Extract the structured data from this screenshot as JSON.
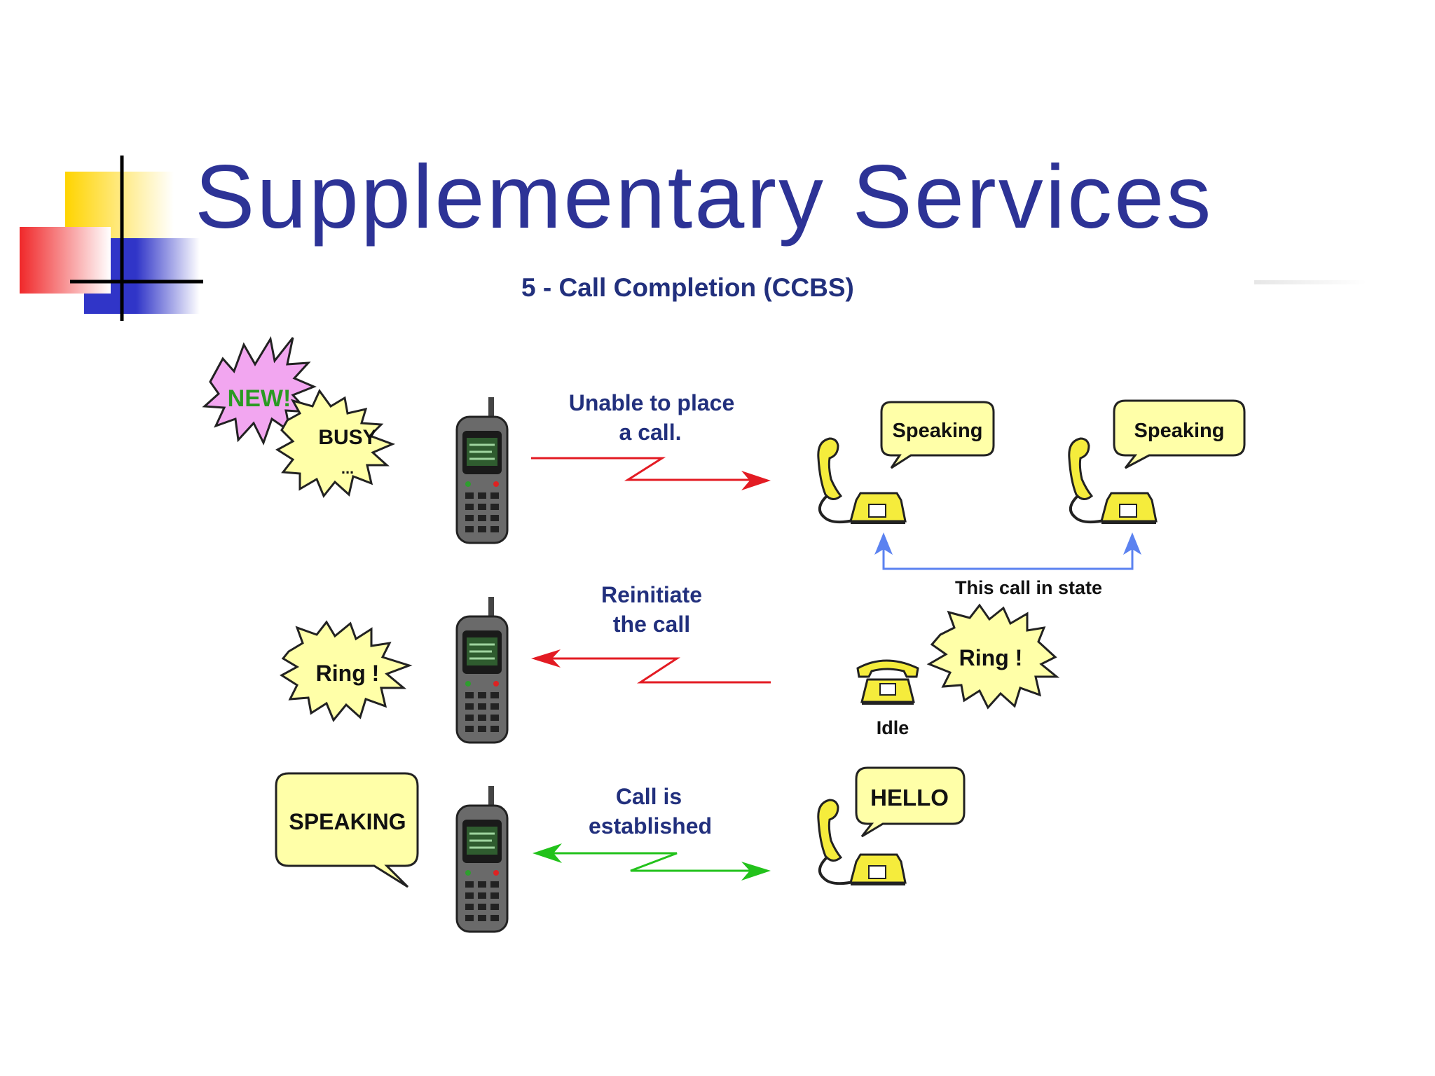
{
  "slide": {
    "title": "Supplementary Services",
    "subtitle": "5 - Call Completion (CCBS)"
  },
  "row1": {
    "starburst_new": "NEW!",
    "starburst_busy": "BUSY",
    "starburst_busy_dots": "...",
    "message_line1": "Unable to place",
    "message_line2": "a call.",
    "phone1_bubble": "Speaking",
    "phone2_bubble": "Speaking",
    "state_label": "This call in state"
  },
  "row2": {
    "starburst_ring_left": "Ring !",
    "message_line1": "Reinitiate",
    "message_line2": "the call",
    "starburst_ring_right": "Ring !",
    "phone_state": "Idle"
  },
  "row3": {
    "bubble_left": "SPEAKING",
    "message_line1": "Call is",
    "message_line2": "established",
    "phone_bubble": "HELLO"
  },
  "colors": {
    "title": "#2d3396",
    "message_text": "#22307d",
    "bubble_fill": "#ffffa8",
    "new_burst": "#f2a6f0",
    "arrow_red": "#e31b23",
    "arrow_green": "#22c21b",
    "arrow_blue": "#5b82f0",
    "deco_yellow": "#ffd400",
    "deco_red": "#f0282a",
    "deco_blue": "#3035c8"
  }
}
